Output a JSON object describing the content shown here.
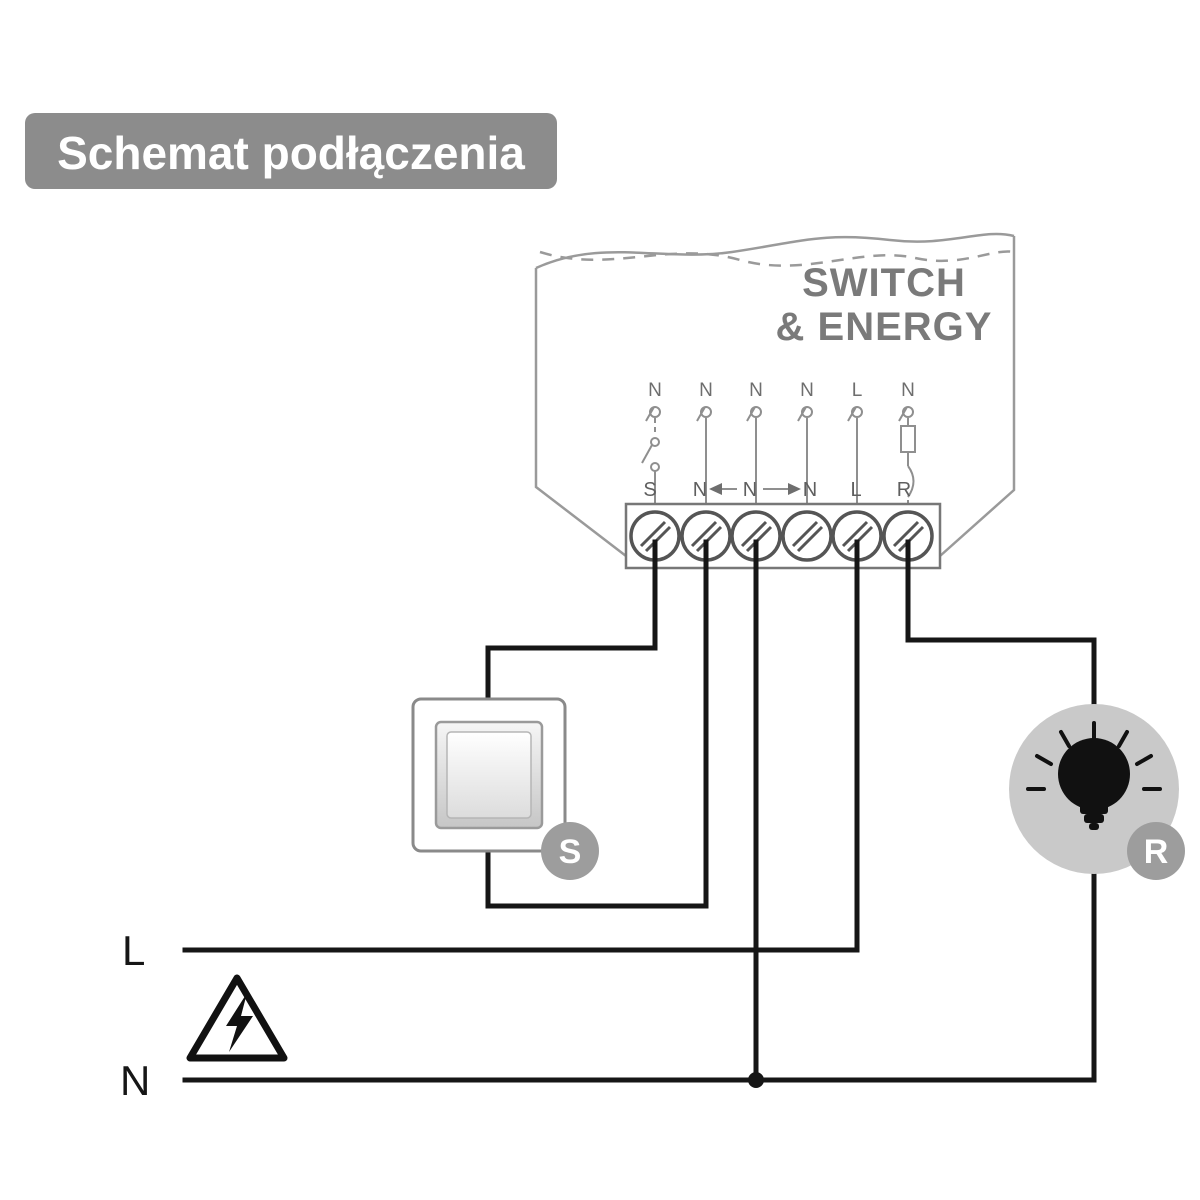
{
  "title": "Schemat podłączenia",
  "device": {
    "name_line1": "SWITCH",
    "name_line2": "& ENERGY",
    "top_labels": [
      "N",
      "N",
      "N",
      "N",
      "L",
      "N"
    ],
    "terminal_labels": [
      "S",
      "N",
      "N",
      "N",
      "L",
      "R"
    ]
  },
  "badges": {
    "switch": "S",
    "load": "R"
  },
  "power": {
    "live_label": "L",
    "neutral_label": "N"
  },
  "colors": {
    "title_bg": "#8c8c8c",
    "device_stroke": "#9a9a9a",
    "label_gray": "#6e6e6e",
    "brand_gray": "#7a7a7a",
    "wire": "#161616",
    "badge_bg": "#9d9d9d",
    "bulb_bg": "#c9c9c9"
  }
}
